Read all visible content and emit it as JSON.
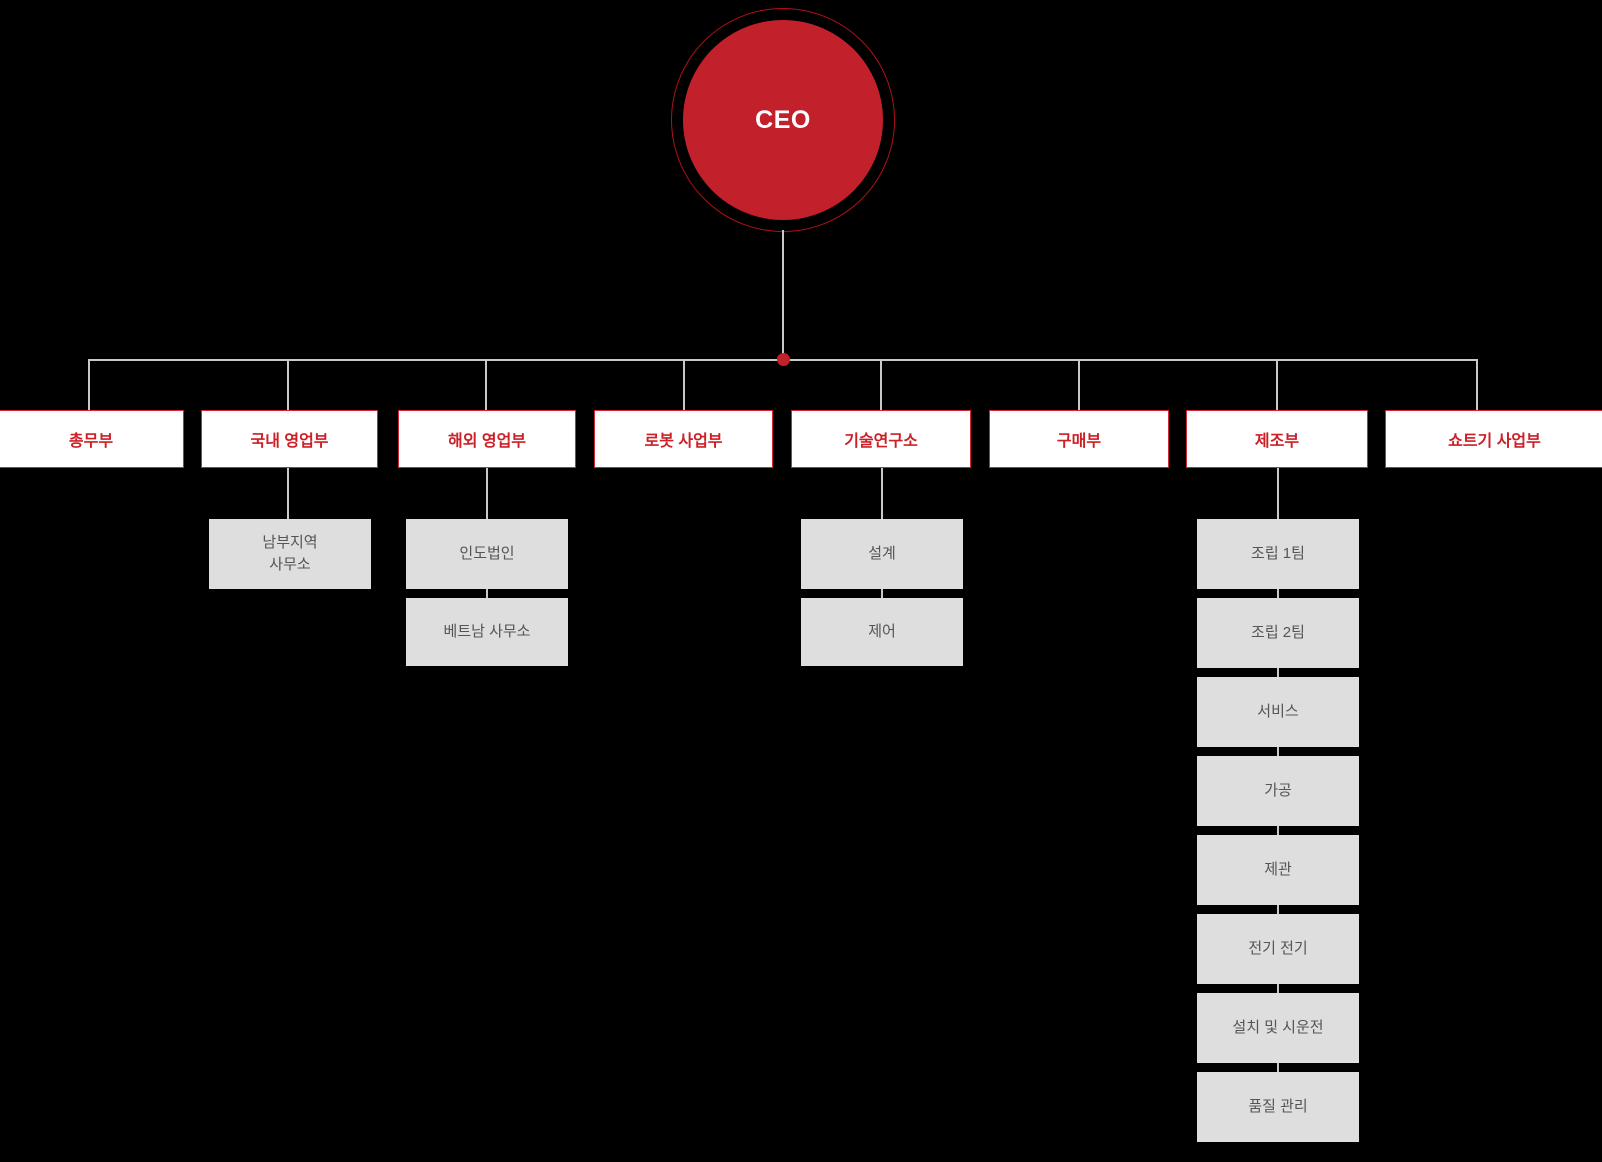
{
  "root": {
    "label": "CEO",
    "shape": "circle",
    "fill_color": "#c2202a",
    "text_color": "#ffffff"
  },
  "theme": {
    "background_color": "#000000",
    "accent_color": "#c2202a",
    "department_border_color": "#d42530",
    "department_text_color": "#cc2027",
    "department_fill_color": "#ffffff",
    "sub_fill_color": "#dedede",
    "sub_text_color": "#555555",
    "connector_color": "#c9c9c9"
  },
  "departments": [
    {
      "label": "총무부",
      "children": []
    },
    {
      "label": "국내 영업부",
      "children": [
        "남부지역\n사무소"
      ]
    },
    {
      "label": "해외 영업부",
      "children": [
        "인도법인",
        "베트남 사무소"
      ]
    },
    {
      "label": "로봇 사업부",
      "children": []
    },
    {
      "label": "기술연구소",
      "children": [
        "설계",
        "제어"
      ]
    },
    {
      "label": "구매부",
      "children": []
    },
    {
      "label": "제조부",
      "children": [
        "조립 1팀",
        "조립 2팀",
        "서비스",
        "가공",
        "제관",
        "전기  전기",
        "설치 및 시운전",
        "품질 관리"
      ]
    },
    {
      "label": "쇼트기 사업부",
      "children": []
    }
  ]
}
